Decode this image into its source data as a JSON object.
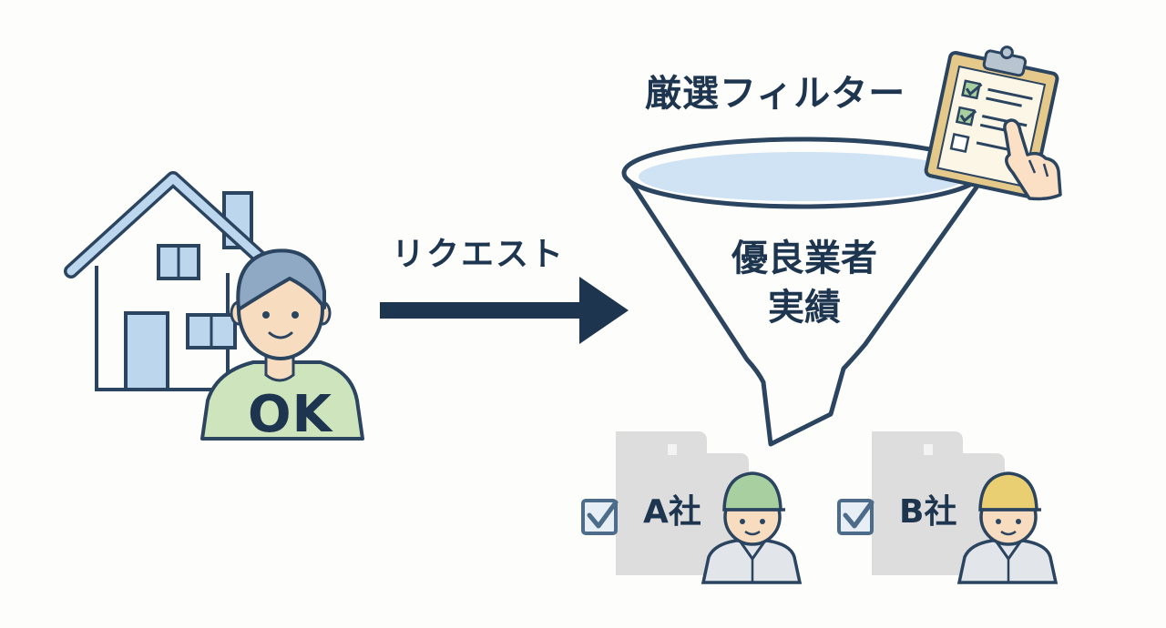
{
  "filter_title": "厳選フィルター",
  "request_label": "リクエスト",
  "funnel_text": [
    "優良業者",
    "実績"
  ],
  "customer_badge": "OK",
  "companies": [
    {
      "label": "A社",
      "cap_color": "#a8cfa0"
    },
    {
      "label": "B社",
      "cap_color": "#e9cf72"
    }
  ],
  "colors": {
    "outline": "#2b4460",
    "house_fill": "#bcd6ee",
    "shirt": "#cde4bc",
    "hair": "#8fa9c4",
    "skin": "#f8dcc0",
    "funnel_top": "#cfe3f4",
    "doc_gray": "#dddddd",
    "check_box": "#4d6c8a",
    "clipboard": "#f7e6bd"
  },
  "icons": [
    "house-icon",
    "customer-avatar",
    "arrow-icon",
    "funnel-icon",
    "clipboard-icon",
    "checkbox-icon",
    "worker-avatar",
    "document-icon"
  ]
}
